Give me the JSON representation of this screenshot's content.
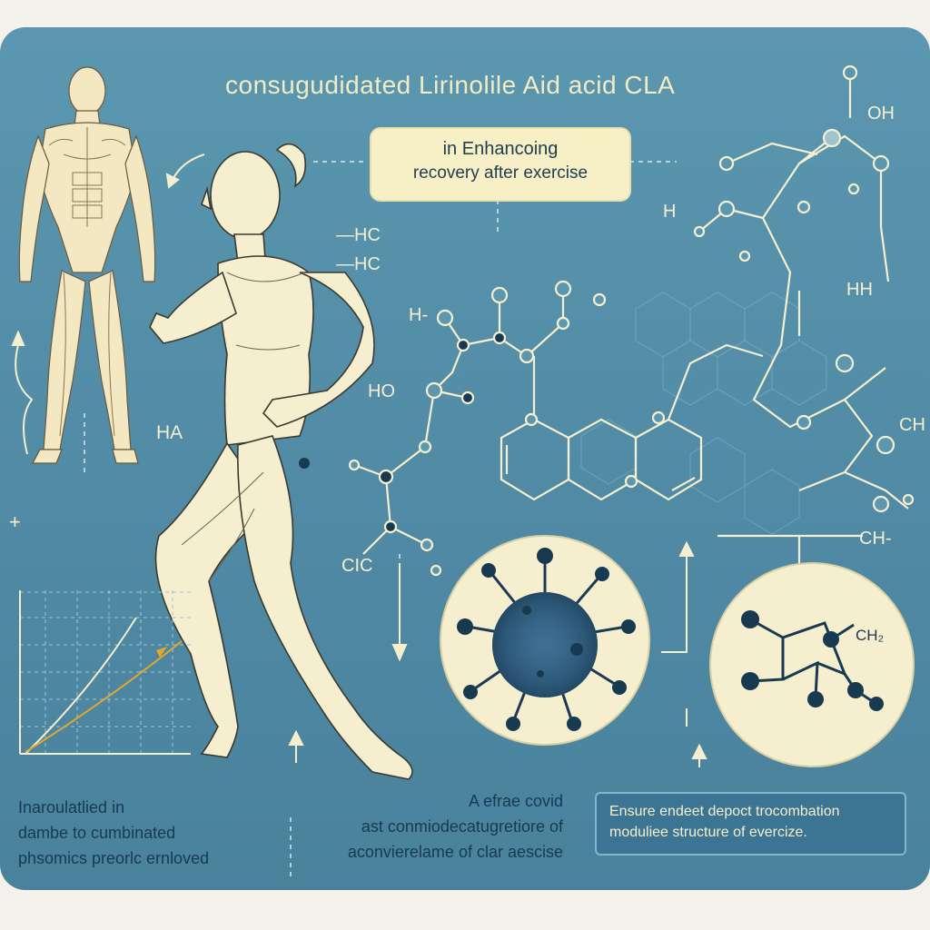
{
  "title": "consugudidated Lirinolile Aid acid CLA",
  "callout": {
    "line1": "in Enhancoing",
    "line2": "recovery after exercise"
  },
  "labels": {
    "hc1": "—HC",
    "hc2": "—HC",
    "h_dash": "H-",
    "ho": "HO",
    "ha": "HA",
    "cic": "CIC",
    "hs": "H",
    "oh": "OH",
    "hh": "HH",
    "ch_right": "CH",
    "ch_bottom": "CH-",
    "ch2": "CH₂",
    "plus": "+"
  },
  "notes": {
    "left": [
      "Inaroulatlied in",
      "dambe to cumbinated",
      "phsomics preorlc ernloved"
    ],
    "middle": [
      "A efrae covid",
      "ast conmiodecatugretiore of",
      "aconvierelame of clar aescise"
    ],
    "box": [
      "Ensure endeet depoct trocombation",
      "moduliee structure of evercize."
    ]
  },
  "colors": {
    "background": "#5c97b0",
    "cream": "#f7efc6",
    "navy": "#173a50",
    "chart_gold": "#e0a92e"
  },
  "icons": [
    "human-body-muscle-figure",
    "running-woman-figure",
    "virus-particle",
    "molecule-ch2"
  ]
}
